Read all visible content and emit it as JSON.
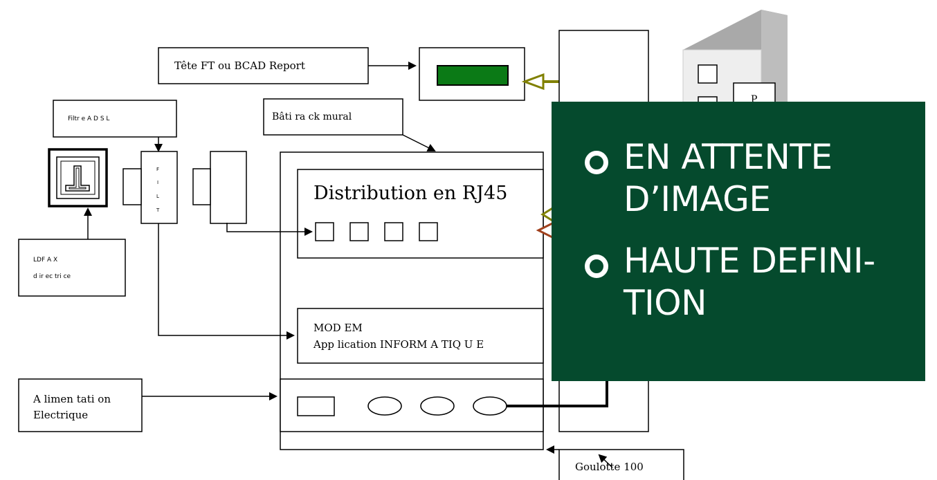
{
  "labels": {
    "tete_ft": "Tête FT ou  BCAD Report",
    "filtre_adsl": "Filtr    e   A  D  S  L",
    "filt_letters": [
      "F",
      "I",
      "L",
      "T"
    ],
    "bati_rack": "Bâti ra ck mural",
    "distribution": "Distribution en RJ45",
    "ldf_line1": "LDF        A  X",
    "ldf_line2": "d  ir  ec   tri   ce",
    "modem_line1": "MOD EM",
    "modem_line2": "App lication INFORM  A TIQ U E",
    "alim_line1": "A limen tati on",
    "alim_line2": "Electrique",
    "goulotte": "Goulotte 100",
    "server_p": "P"
  },
  "overlay": {
    "item1_line1": "EN ATTENTE",
    "item1_line2": "D’IMAGE",
    "item2_line1": "HAUTE DEFINI-",
    "item2_line2": "TION"
  },
  "colors": {
    "overlay_bg": "#054a2d",
    "display_green": "#0b7a16",
    "olive_arrow": "#808000",
    "brown_arrow": "#a0401c"
  }
}
